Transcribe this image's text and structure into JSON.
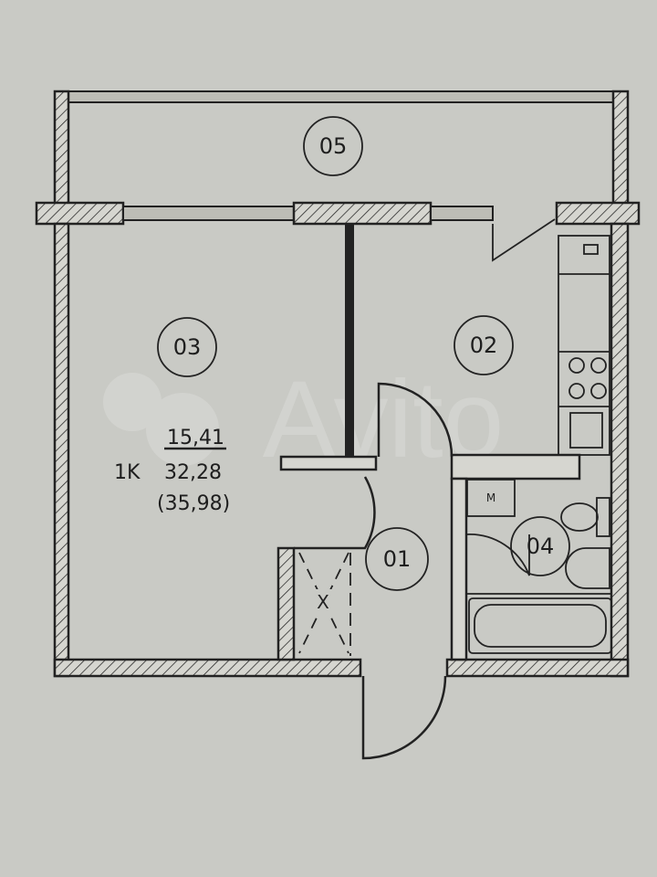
{
  "plan": {
    "rooms": [
      {
        "id": "05",
        "label": "05"
      },
      {
        "id": "03",
        "label": "03"
      },
      {
        "id": "02",
        "label": "02"
      },
      {
        "id": "01",
        "label": "01"
      },
      {
        "id": "04",
        "label": "04"
      }
    ],
    "apartment_type": "1K",
    "living_area": "15,41",
    "total_area": "32,28",
    "total_with_balcony": "(35,98)",
    "closet_mark": "X",
    "meter_mark": "M",
    "watermark": "Avito"
  }
}
